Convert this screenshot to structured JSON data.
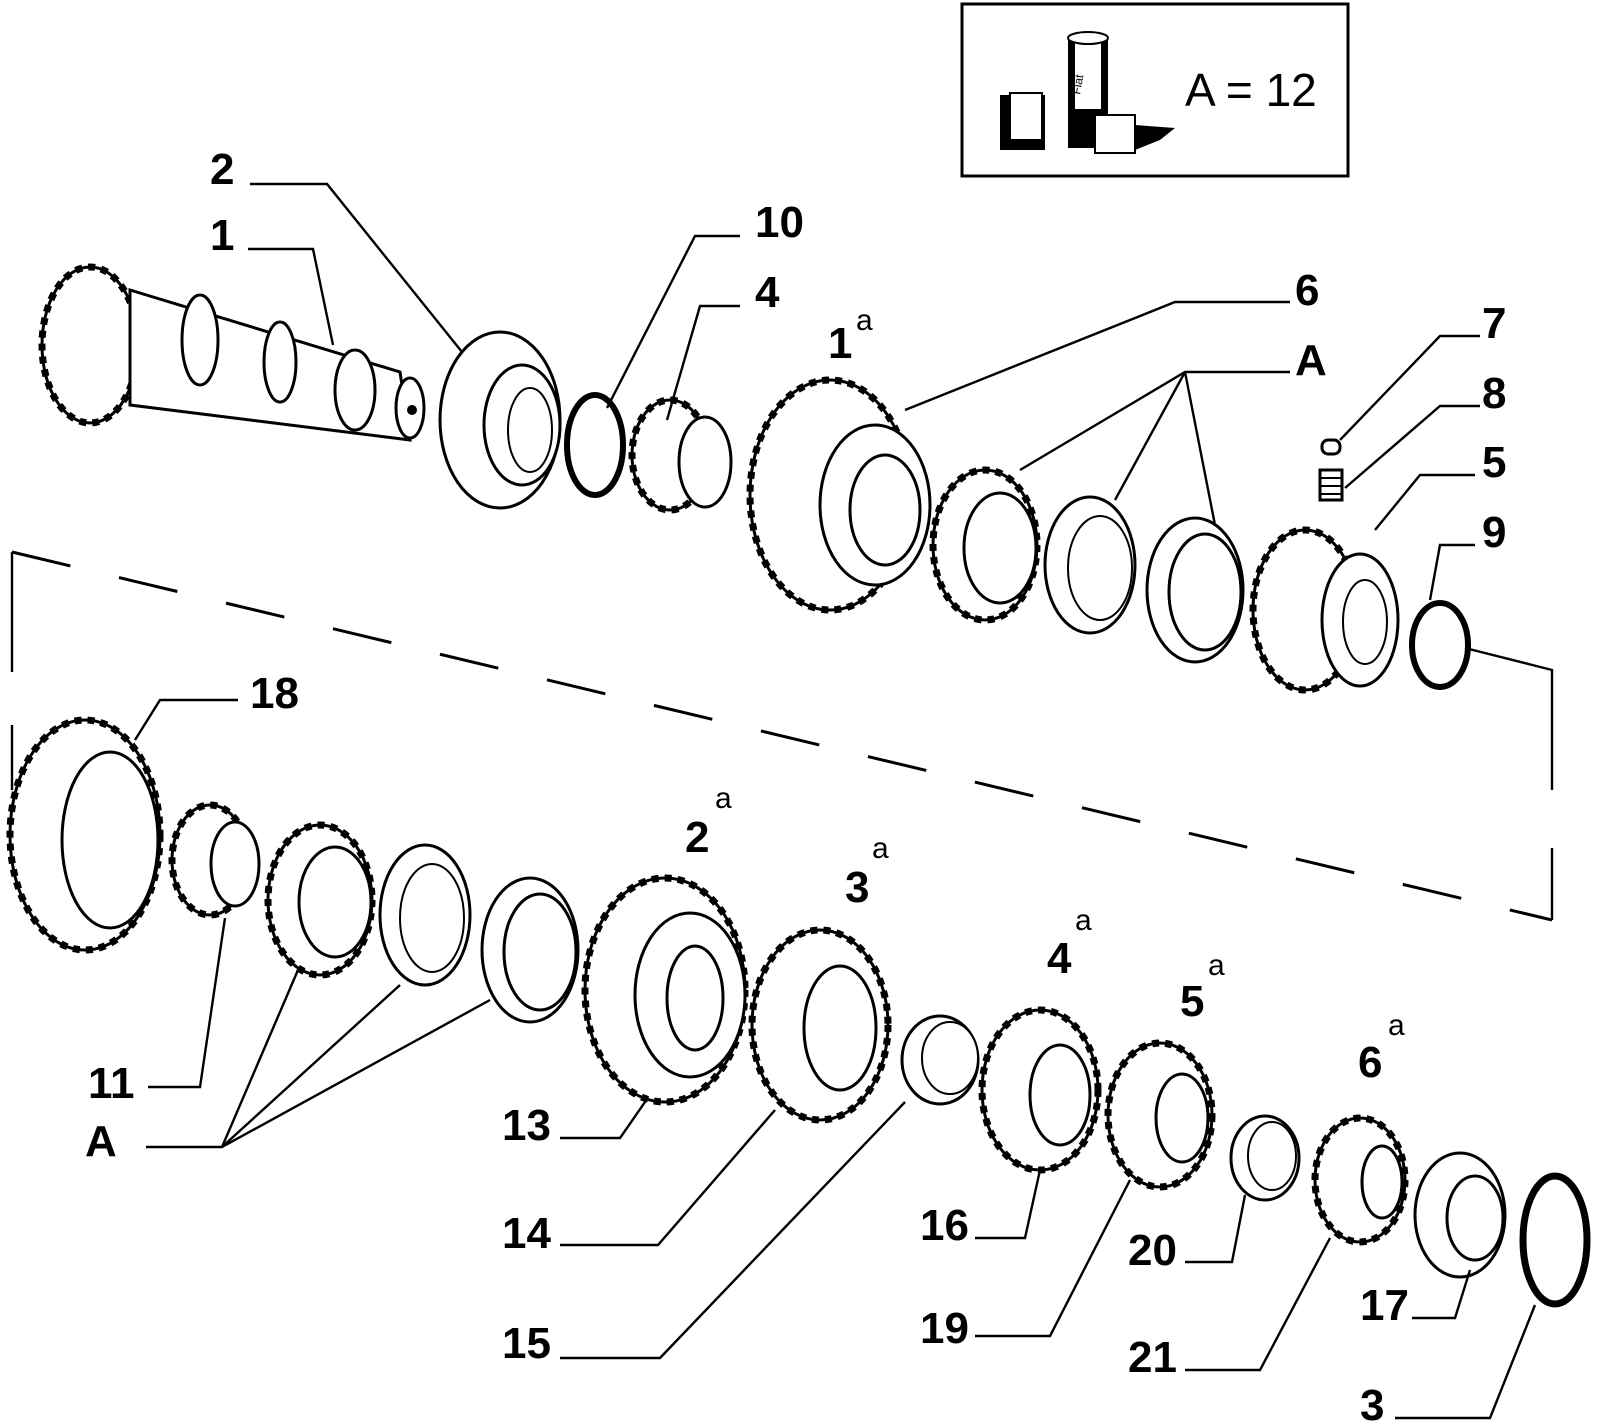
{
  "legend": {
    "formula": "A = 12",
    "icon": "sealant-tube-icon",
    "tube_text": "Fiat"
  },
  "callouts": [
    "1",
    "2",
    "3",
    "4",
    "5",
    "6",
    "7",
    "8",
    "9",
    "10",
    "11",
    "13",
    "14",
    "15",
    "16",
    "17",
    "18",
    "19",
    "20",
    "21"
  ],
  "groups": {
    "a_top": "A",
    "a_bottom": "A"
  },
  "gears": [
    {
      "num": "1",
      "sup": "a"
    },
    {
      "num": "2",
      "sup": "a"
    },
    {
      "num": "3",
      "sup": "a"
    },
    {
      "num": "4",
      "sup": "a"
    },
    {
      "num": "5",
      "sup": "a"
    },
    {
      "num": "6",
      "sup": "a"
    }
  ]
}
